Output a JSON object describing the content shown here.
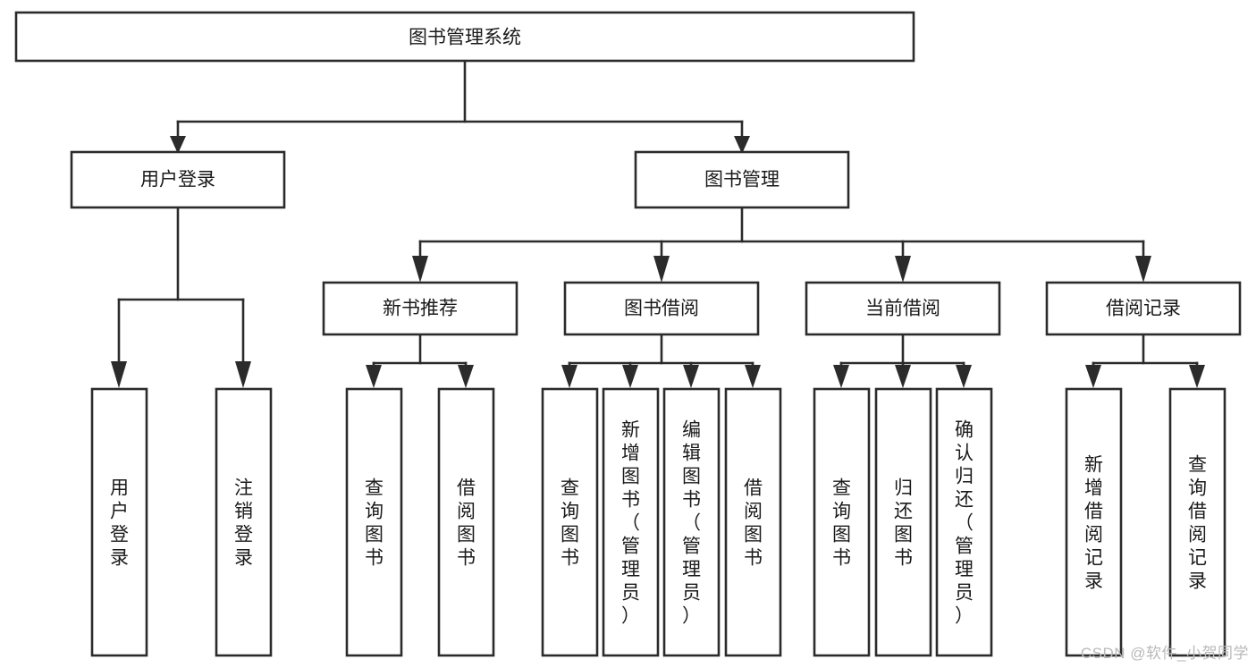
{
  "diagram": {
    "type": "tree-hierarchy-flowchart",
    "title": "图书管理系统",
    "style": {
      "box_fill": "#ffffff",
      "box_stroke": "#2b2b2b",
      "text_color": "#1a1a1a",
      "background": "#ffffff"
    },
    "root": {
      "id": "root",
      "label": "图书管理系统",
      "orientation": "horizontal"
    },
    "level2": [
      {
        "id": "user-login",
        "label": "用户登录",
        "orientation": "horizontal"
      },
      {
        "id": "book-manage",
        "label": "图书管理",
        "orientation": "horizontal"
      }
    ],
    "level3": [
      {
        "id": "new-book-recommend",
        "label": "新书推荐",
        "orientation": "horizontal",
        "parent": "book-manage"
      },
      {
        "id": "book-borrow",
        "label": "图书借阅",
        "orientation": "horizontal",
        "parent": "book-manage"
      },
      {
        "id": "current-borrow",
        "label": "当前借阅",
        "orientation": "horizontal",
        "parent": "book-manage"
      },
      {
        "id": "borrow-record",
        "label": "借阅记录",
        "orientation": "horizontal",
        "parent": "book-manage"
      }
    ],
    "leaves": [
      {
        "id": "leaf-user-login",
        "label": "用户登录",
        "orientation": "vertical",
        "parent": "user-login"
      },
      {
        "id": "leaf-logout-login",
        "label": "注销登录",
        "orientation": "vertical",
        "parent": "user-login"
      },
      {
        "id": "leaf-query-book-1",
        "label": "查询图书",
        "orientation": "vertical",
        "parent": "new-book-recommend"
      },
      {
        "id": "leaf-borrow-book-1",
        "label": "借阅图书",
        "orientation": "vertical",
        "parent": "new-book-recommend"
      },
      {
        "id": "leaf-query-book-2",
        "label": "查询图书",
        "orientation": "vertical",
        "parent": "book-borrow"
      },
      {
        "id": "leaf-add-book-admin",
        "label": "新增图书（管理员）",
        "orientation": "vertical",
        "parent": "book-borrow"
      },
      {
        "id": "leaf-edit-book-admin",
        "label": "编辑图书（管理员）",
        "orientation": "vertical",
        "parent": "book-borrow"
      },
      {
        "id": "leaf-borrow-book-2",
        "label": "借阅图书",
        "orientation": "vertical",
        "parent": "book-borrow"
      },
      {
        "id": "leaf-query-book-3",
        "label": "查询图书",
        "orientation": "vertical",
        "parent": "current-borrow"
      },
      {
        "id": "leaf-return-book",
        "label": "归还图书",
        "orientation": "vertical",
        "parent": "current-borrow"
      },
      {
        "id": "leaf-confirm-return-admin",
        "label": "确认归还（管理员）",
        "orientation": "vertical",
        "parent": "current-borrow"
      },
      {
        "id": "leaf-add-borrow-record",
        "label": "新增借阅记录",
        "orientation": "vertical",
        "parent": "borrow-record"
      },
      {
        "id": "leaf-query-borrow-record",
        "label": "查询借阅记录",
        "orientation": "vertical",
        "parent": "borrow-record"
      }
    ]
  },
  "watermark": {
    "text": "CSDN @软件_小贺同学"
  }
}
